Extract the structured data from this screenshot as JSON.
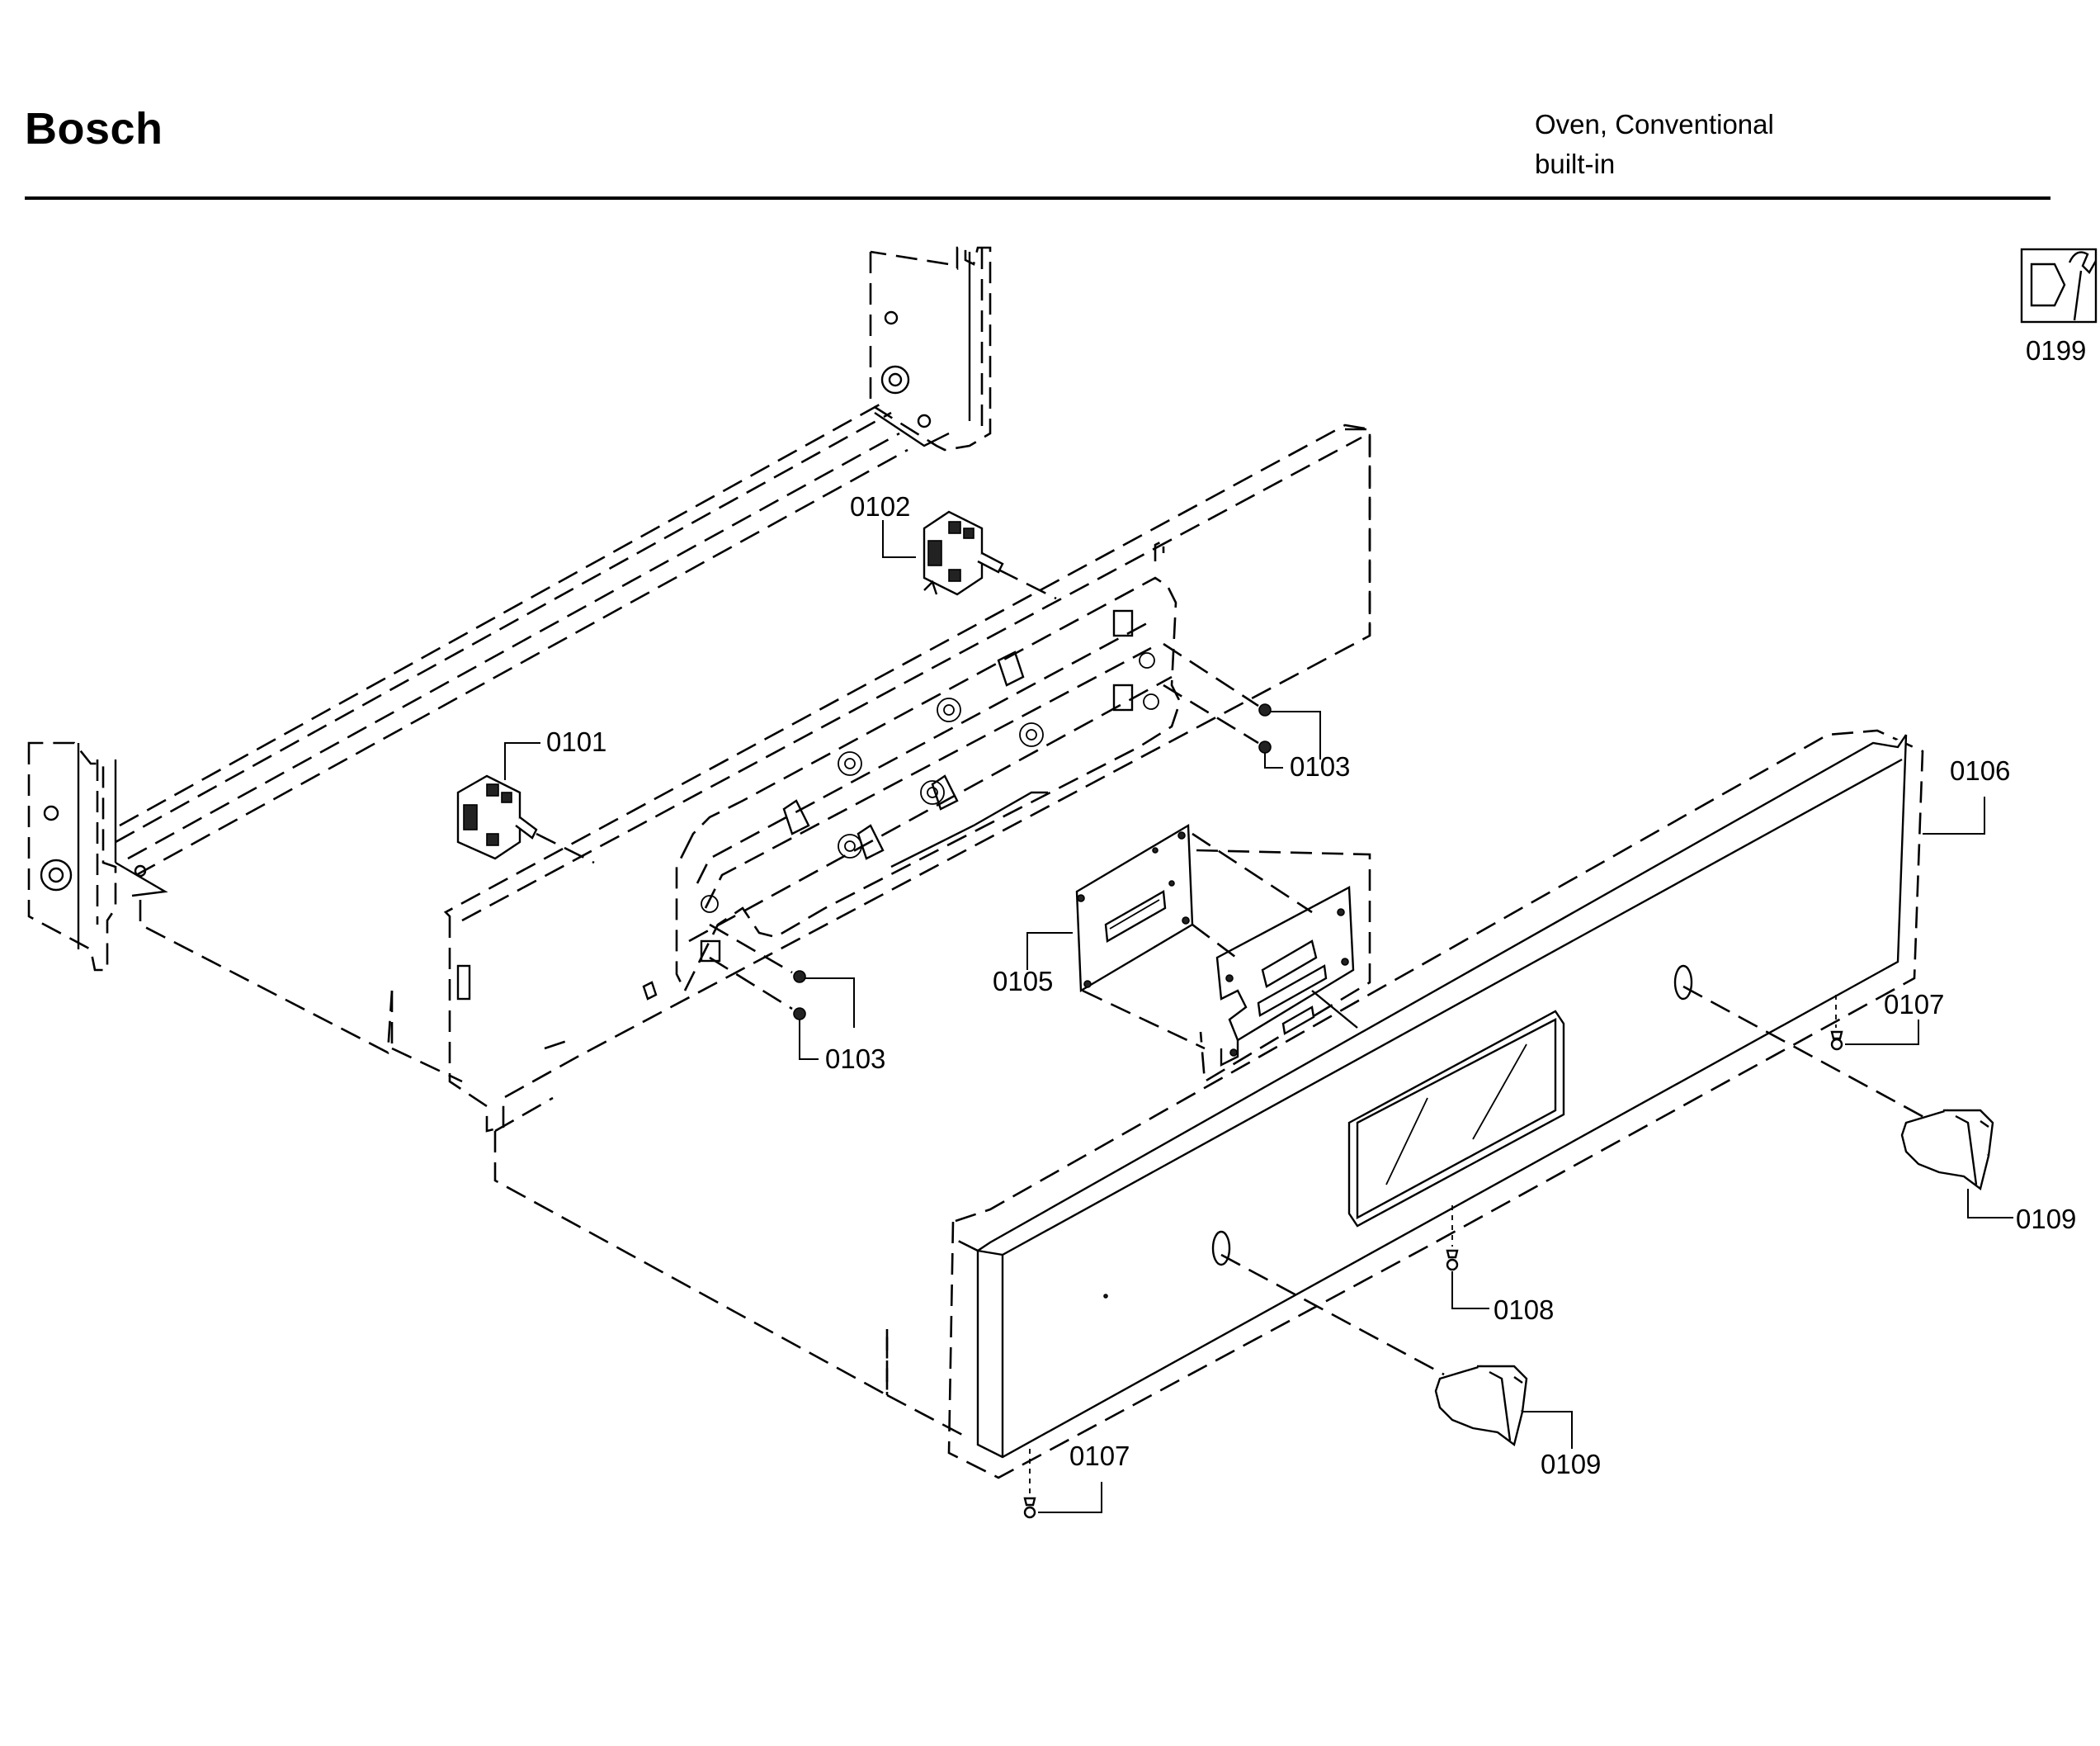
{
  "header": {
    "brand": "Bosch",
    "product_line1": "Oven, Conventional",
    "product_line2": "built-in"
  },
  "service_icon": {
    "icon": "wrench-service-icon",
    "label": "0199"
  },
  "callouts": {
    "p0101": "0101",
    "p0102": "0102",
    "p0103_upper": "0103",
    "p0103_lower": "0103",
    "p0105": "0105",
    "p0106": "0106",
    "p0107_right": "0107",
    "p0107_left": "0107",
    "p0108": "0108",
    "p0109_right": "0109",
    "p0109_center": "0109"
  }
}
